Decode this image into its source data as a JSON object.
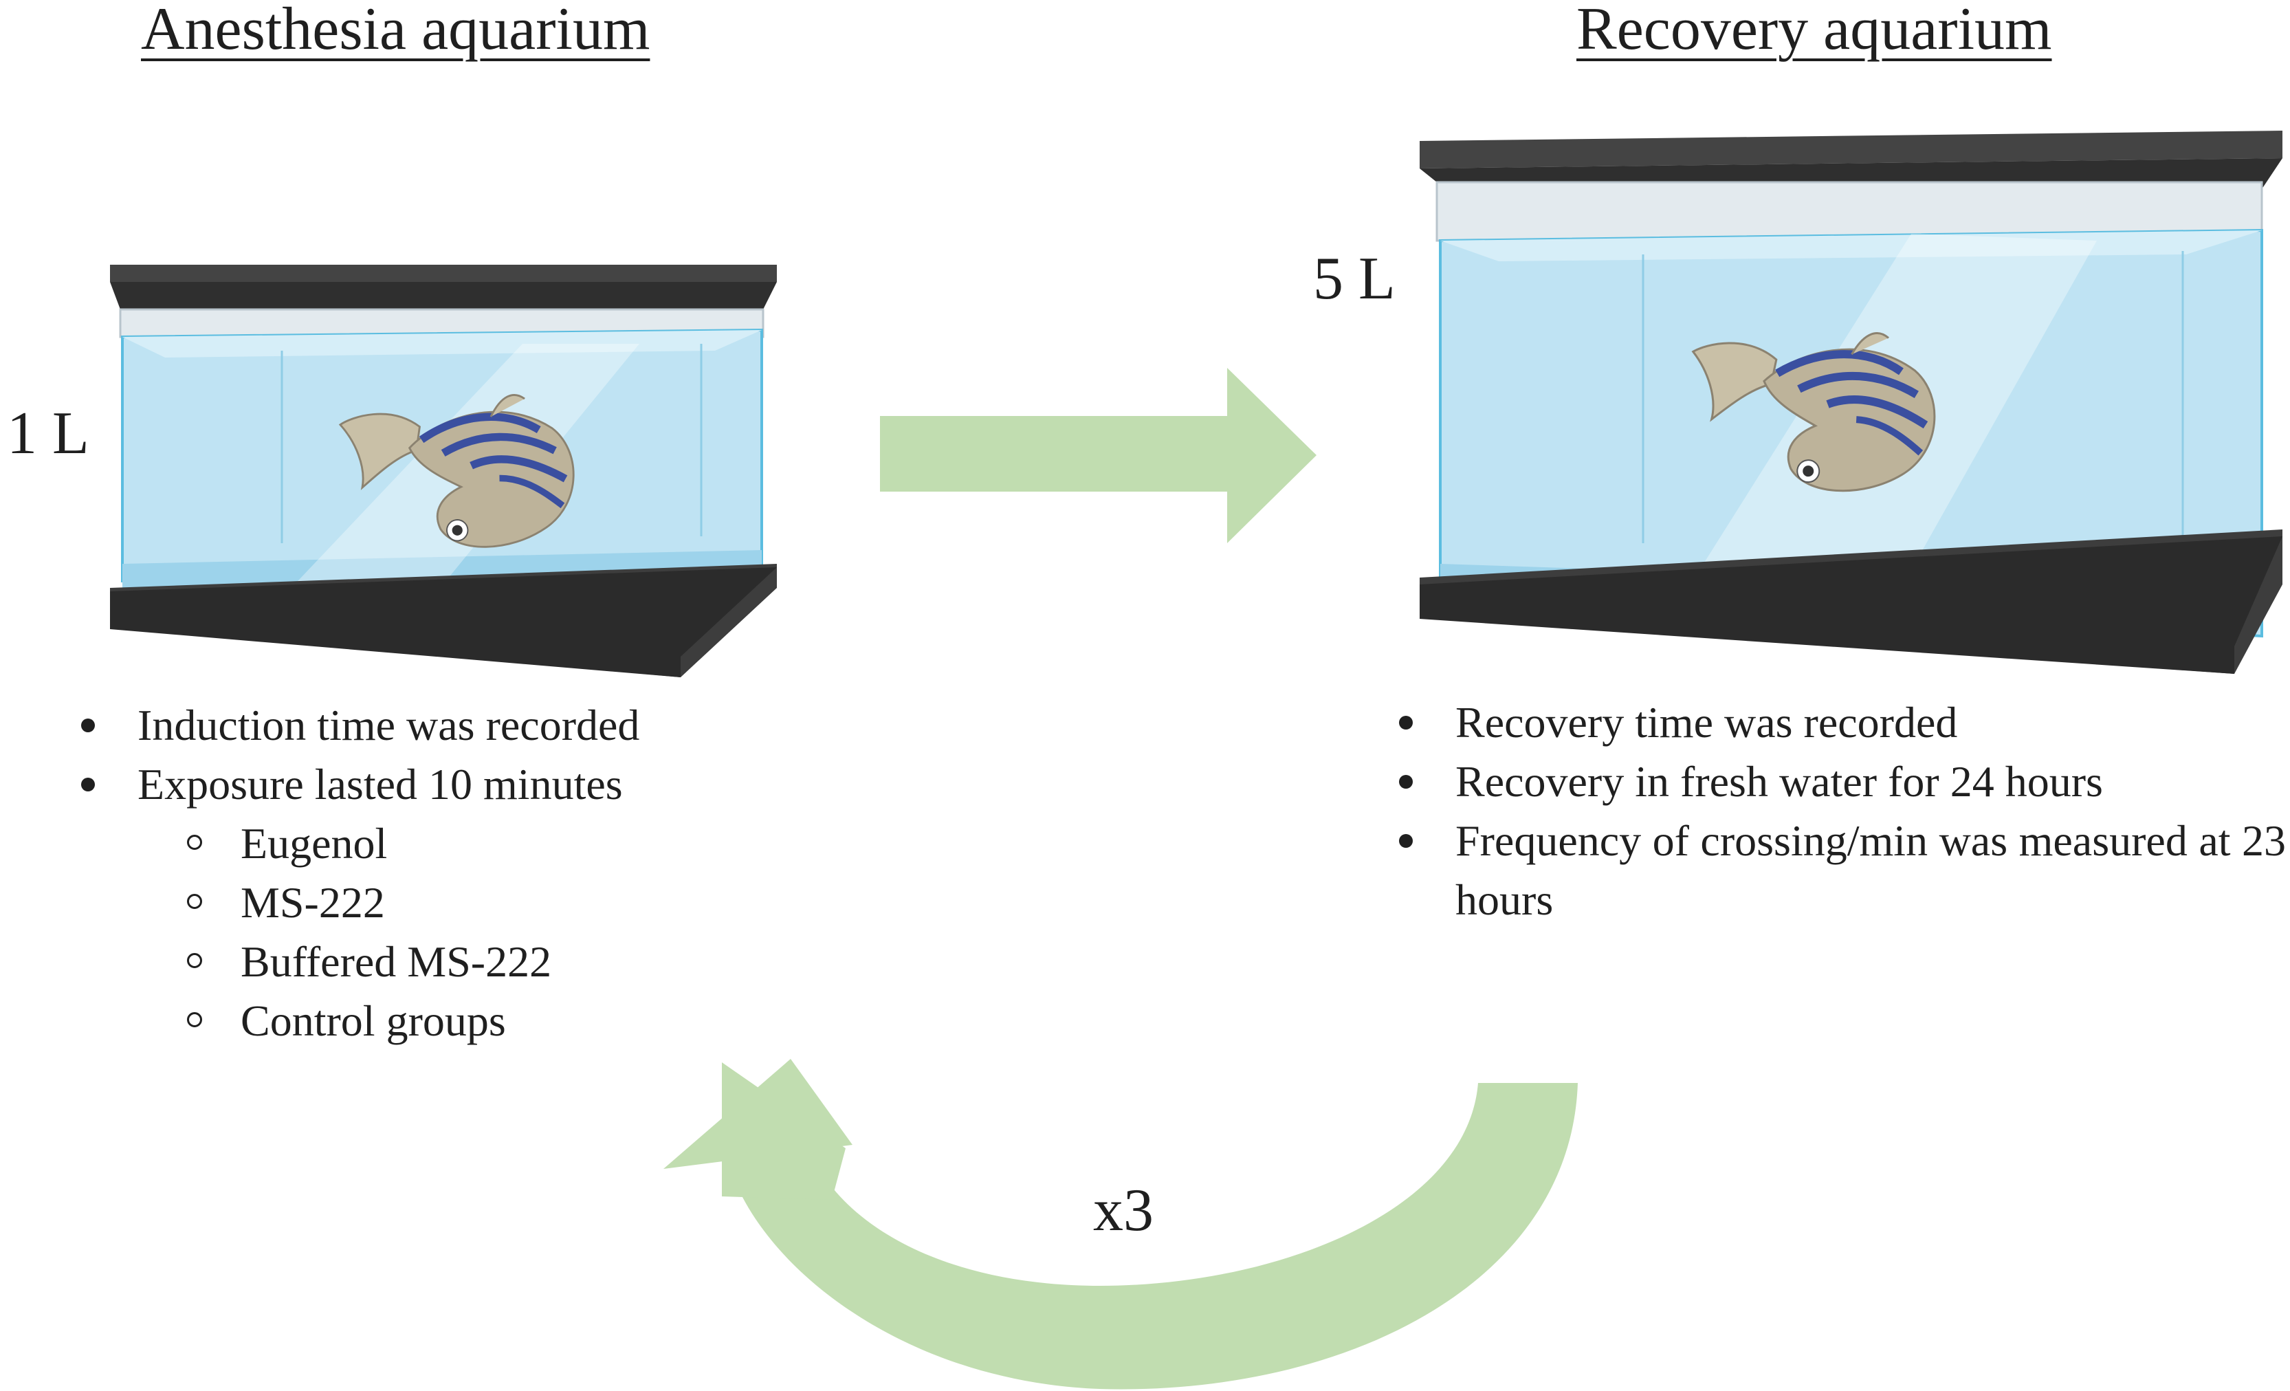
{
  "anesthesia": {
    "title": "Anesthesia aquarium",
    "volume": "1 L",
    "notes": [
      "Induction time was recorded",
      "Exposure lasted 10 minutes"
    ],
    "groups": [
      "Eugenol",
      "MS-222",
      "Buffered MS-222",
      "Control groups"
    ]
  },
  "recovery": {
    "title": "Recovery aquarium",
    "volume": "5 L",
    "notes": [
      "Recovery time was recorded",
      "Recovery in fresh water for 24 hours",
      "Frequency of crossing/min was measured at 23  hours"
    ]
  },
  "cycle": {
    "label": "x3"
  },
  "colors": {
    "arrow": "#c1ddb0",
    "tank_frame": "#3d3d3d",
    "water": "#bfe3f3",
    "water_edge": "#5bbde0",
    "fish_body": "#bdb39a",
    "fish_stripes": "#3a4fa0"
  },
  "icons": [
    "aquarium-tank-icon",
    "zebrafish-icon",
    "arrow-right-icon",
    "cycle-arrow-icon"
  ]
}
